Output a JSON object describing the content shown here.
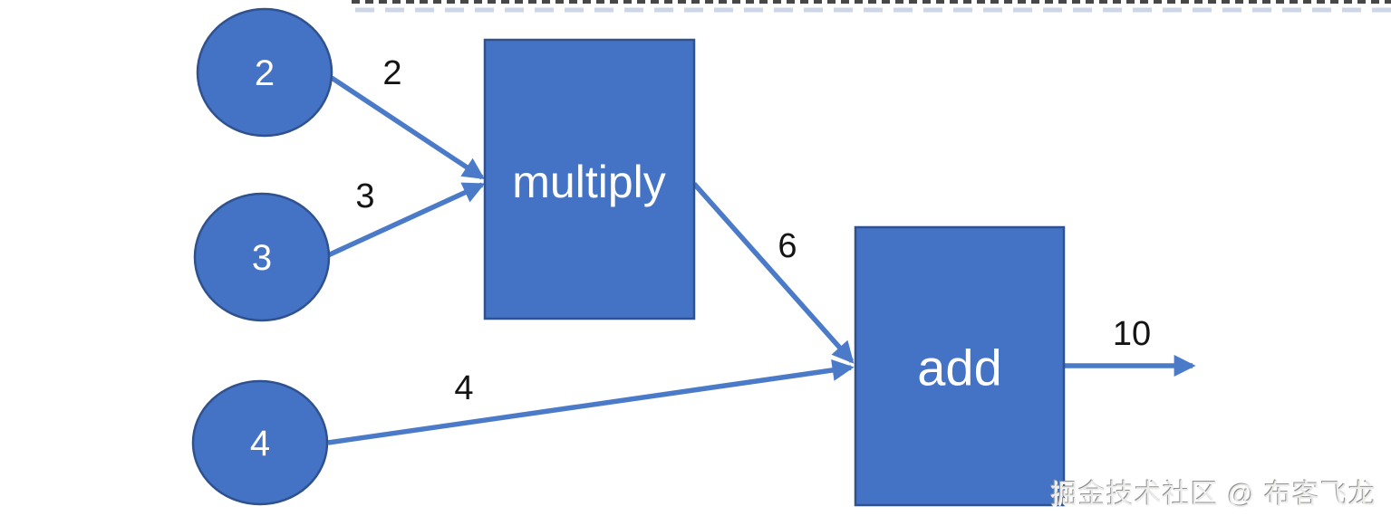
{
  "diagram": {
    "kind": "dataflow-graph",
    "nodes": [
      {
        "id": "const-2",
        "shape": "circle",
        "label": "2"
      },
      {
        "id": "const-3",
        "shape": "circle",
        "label": "3"
      },
      {
        "id": "const-4",
        "shape": "circle",
        "label": "4"
      },
      {
        "id": "op-multiply",
        "shape": "rect",
        "label": "multiply"
      },
      {
        "id": "op-add",
        "shape": "rect",
        "label": "add"
      }
    ],
    "edges": [
      {
        "from": "const-2",
        "to": "op-multiply",
        "value": "2"
      },
      {
        "from": "const-3",
        "to": "op-multiply",
        "value": "3"
      },
      {
        "from": "op-multiply",
        "to": "op-add",
        "value": "6"
      },
      {
        "from": "const-4",
        "to": "op-add",
        "value": "4"
      },
      {
        "from": "op-add",
        "to": "output",
        "value": "10"
      }
    ],
    "colors": {
      "node_fill": "#4472C4",
      "node_border": "#2F528F",
      "arrow": "#4B7BC8",
      "node_text": "#FFFFFF",
      "edge_label_text": "#141414"
    }
  },
  "watermark": {
    "text": "掘金技术社区 @ 布客飞龙"
  }
}
